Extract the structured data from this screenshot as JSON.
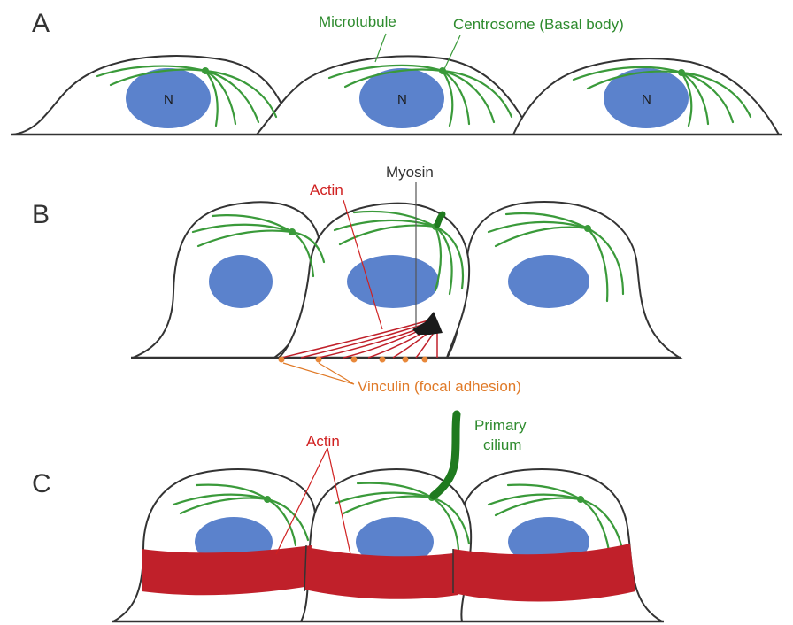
{
  "panels": {
    "a": {
      "letter": "A",
      "labels": {
        "microtubule": "Microtubule",
        "centrosome": "Centrosome (Basal body)"
      },
      "nucleus_labels": [
        "N",
        "N",
        "N"
      ]
    },
    "b": {
      "letter": "B",
      "labels": {
        "actin": "Actin",
        "myosin": "Myosin",
        "vinculin": "Vinculin (focal adhesion)"
      }
    },
    "c": {
      "letter": "C",
      "labels": {
        "actin": "Actin",
        "cilium_line1": "Primary",
        "cilium_line2": "cilium"
      }
    }
  },
  "colors": {
    "microtubule": "#3a9a3a",
    "nucleus": "#5b82cc",
    "actin": "#c0202a",
    "vinculin": "#e8883a",
    "myosin": "#1a1a1a",
    "label_green": "#2e8b2e",
    "label_red": "#d02020",
    "label_orange": "#e07a28",
    "outline": "#333333"
  }
}
